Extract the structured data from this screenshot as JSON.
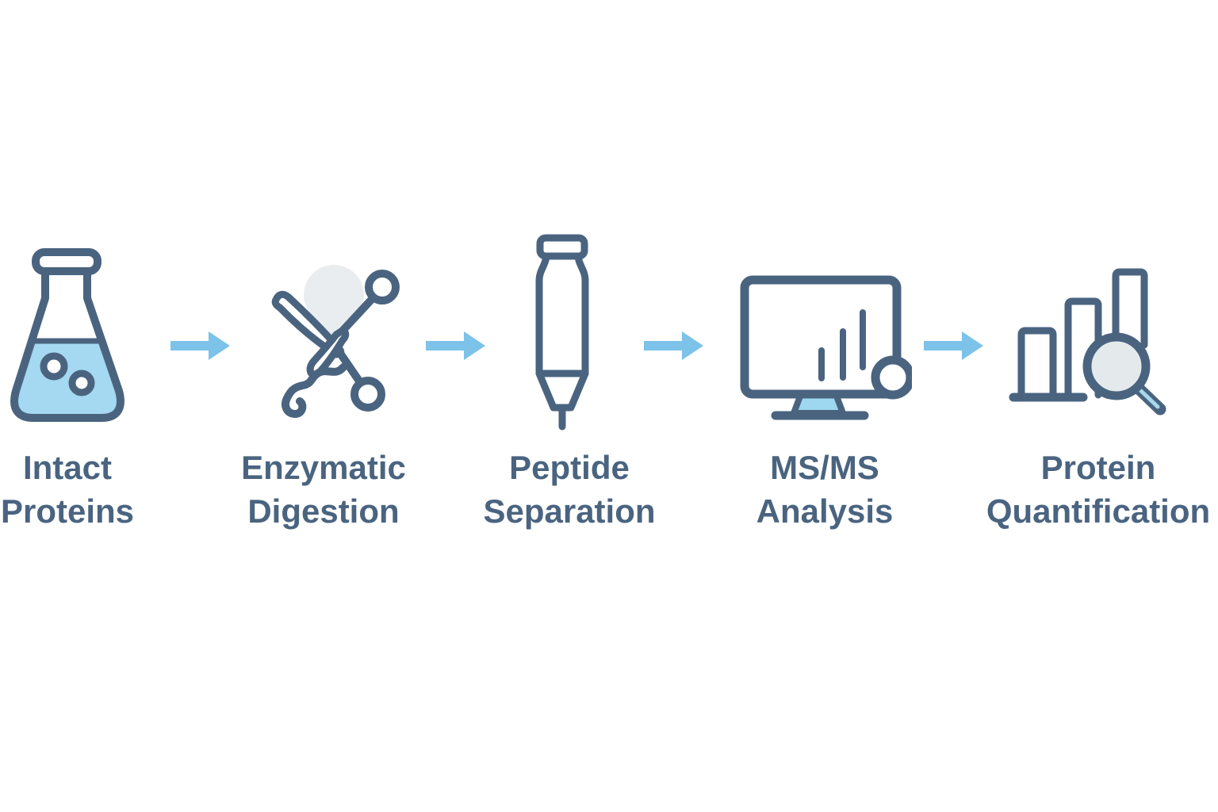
{
  "diagram": {
    "type": "workflow",
    "orientation": "horizontal",
    "background": "#ffffff"
  },
  "steps": [
    {
      "id": "intact-proteins",
      "label": "Intact\nProteins",
      "icon": "flask-icon"
    },
    {
      "id": "enzymatic-digestion",
      "label": "Enzymatic\nDigestion",
      "icon": "scissors-icon"
    },
    {
      "id": "peptide-separation",
      "label": "Peptide\nSeparation",
      "icon": "column-icon"
    },
    {
      "id": "msms-analysis",
      "label": "MS/MS\nAnalysis",
      "icon": "monitor-icon"
    },
    {
      "id": "protein-quantification",
      "label": "Protein\nQuantification",
      "icon": "bar-chart-magnifier-icon"
    }
  ],
  "connectors": [
    {
      "from": "intact-proteins",
      "to": "enzymatic-digestion",
      "icon": "arrow-right-icon"
    },
    {
      "from": "enzymatic-digestion",
      "to": "peptide-separation",
      "icon": "arrow-right-icon"
    },
    {
      "from": "peptide-separation",
      "to": "msms-analysis",
      "icon": "arrow-right-icon"
    },
    {
      "from": "msms-analysis",
      "to": "protein-quantification",
      "icon": "arrow-right-icon"
    }
  ],
  "colors": {
    "outline_dark_blue": "#4a6480",
    "label_text": "#4a6480",
    "arrow_light_blue": "#7cc2e9",
    "liquid_light_blue": "#a5d8f1",
    "stand_light_blue": "#9ed7f0",
    "handle_light_blue": "#a8d8ee",
    "soft_gray": "#e9edf0",
    "lens_gray": "#e4eaec",
    "background": "#ffffff"
  }
}
